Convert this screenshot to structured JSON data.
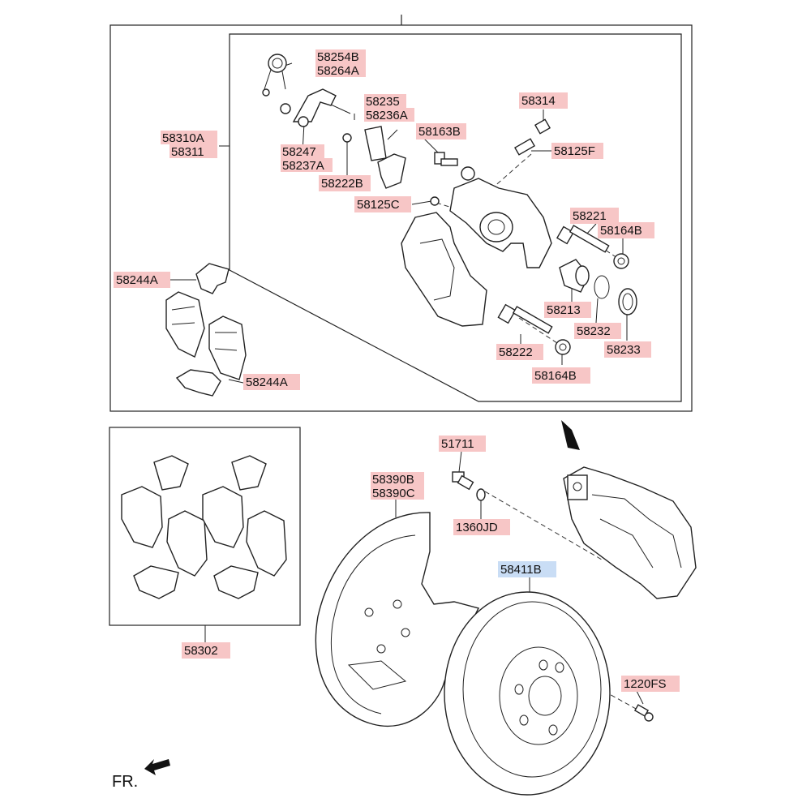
{
  "colors": {
    "label_fill": "#f7c6c6",
    "label_fill_selected": "#c9ddf5",
    "line": "#222222"
  },
  "labels": [
    {
      "id": "58254B",
      "text": "58254B"
    },
    {
      "id": "58264A",
      "text": "58264A"
    },
    {
      "id": "58235",
      "text": "58235"
    },
    {
      "id": "58236A",
      "text": "58236A"
    },
    {
      "id": "58314",
      "text": "58314"
    },
    {
      "id": "58163B",
      "text": "58163B"
    },
    {
      "id": "58125F",
      "text": "58125F"
    },
    {
      "id": "58310A",
      "text": "58310A"
    },
    {
      "id": "58311",
      "text": "58311"
    },
    {
      "id": "58247",
      "text": "58247"
    },
    {
      "id": "58237A",
      "text": "58237A"
    },
    {
      "id": "58222B",
      "text": "58222B"
    },
    {
      "id": "58125C",
      "text": "58125C"
    },
    {
      "id": "58221",
      "text": "58221"
    },
    {
      "id": "58164B_top",
      "text": "58164B"
    },
    {
      "id": "58244A_top",
      "text": "58244A"
    },
    {
      "id": "58213",
      "text": "58213"
    },
    {
      "id": "58232",
      "text": "58232"
    },
    {
      "id": "58233",
      "text": "58233"
    },
    {
      "id": "58222",
      "text": "58222"
    },
    {
      "id": "58164B_bottom",
      "text": "58164B"
    },
    {
      "id": "58244A_bottom",
      "text": "58244A"
    },
    {
      "id": "51711",
      "text": "51711"
    },
    {
      "id": "58390B",
      "text": "58390B"
    },
    {
      "id": "58390C",
      "text": "58390C"
    },
    {
      "id": "1360JD",
      "text": "1360JD"
    },
    {
      "id": "58411B",
      "text": "58411B",
      "selected": true
    },
    {
      "id": "58302",
      "text": "58302"
    },
    {
      "id": "1220FS",
      "text": "1220FS"
    }
  ],
  "direction_marker": {
    "text": "FR."
  }
}
